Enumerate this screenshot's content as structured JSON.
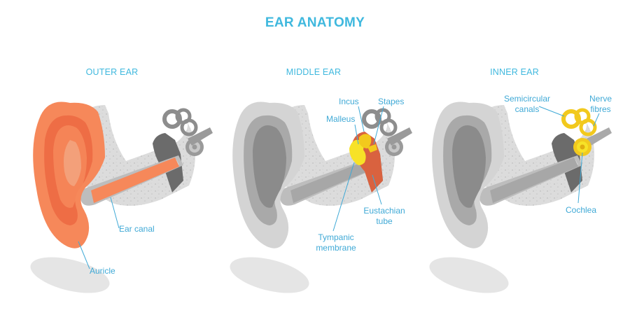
{
  "title": "EAR ANATOMY",
  "colors": {
    "title": "#3fb8de",
    "labels": "#3fa9d6",
    "outer_ear": "#f6885a",
    "middle_ear": "#d9623f",
    "tympanic": "#f7e227",
    "inner_ear": "#f2c91d",
    "gray_light": "#dedede",
    "gray_mid": "#a9a9a9",
    "gray_dark": "#6f6f6f"
  },
  "panels": [
    {
      "title": "OUTER EAR",
      "labels": {
        "auricle": "Auricle",
        "ear_canal": "Ear canal"
      }
    },
    {
      "title": "MIDDLE EAR",
      "labels": {
        "incus": "Incus",
        "stapes": "Stapes",
        "malleus": "Malleus",
        "eustachian_1": "Eustachian",
        "eustachian_2": "tube",
        "tympanic_1": "Tympanic",
        "tympanic_2": "membrane"
      }
    },
    {
      "title": "INNER EAR",
      "labels": {
        "semicircular_1": "Semicircular",
        "semicircular_2": "canals",
        "nerve_1": "Nerve",
        "nerve_2": "fibres",
        "cochlea": "Cochlea"
      }
    }
  ]
}
